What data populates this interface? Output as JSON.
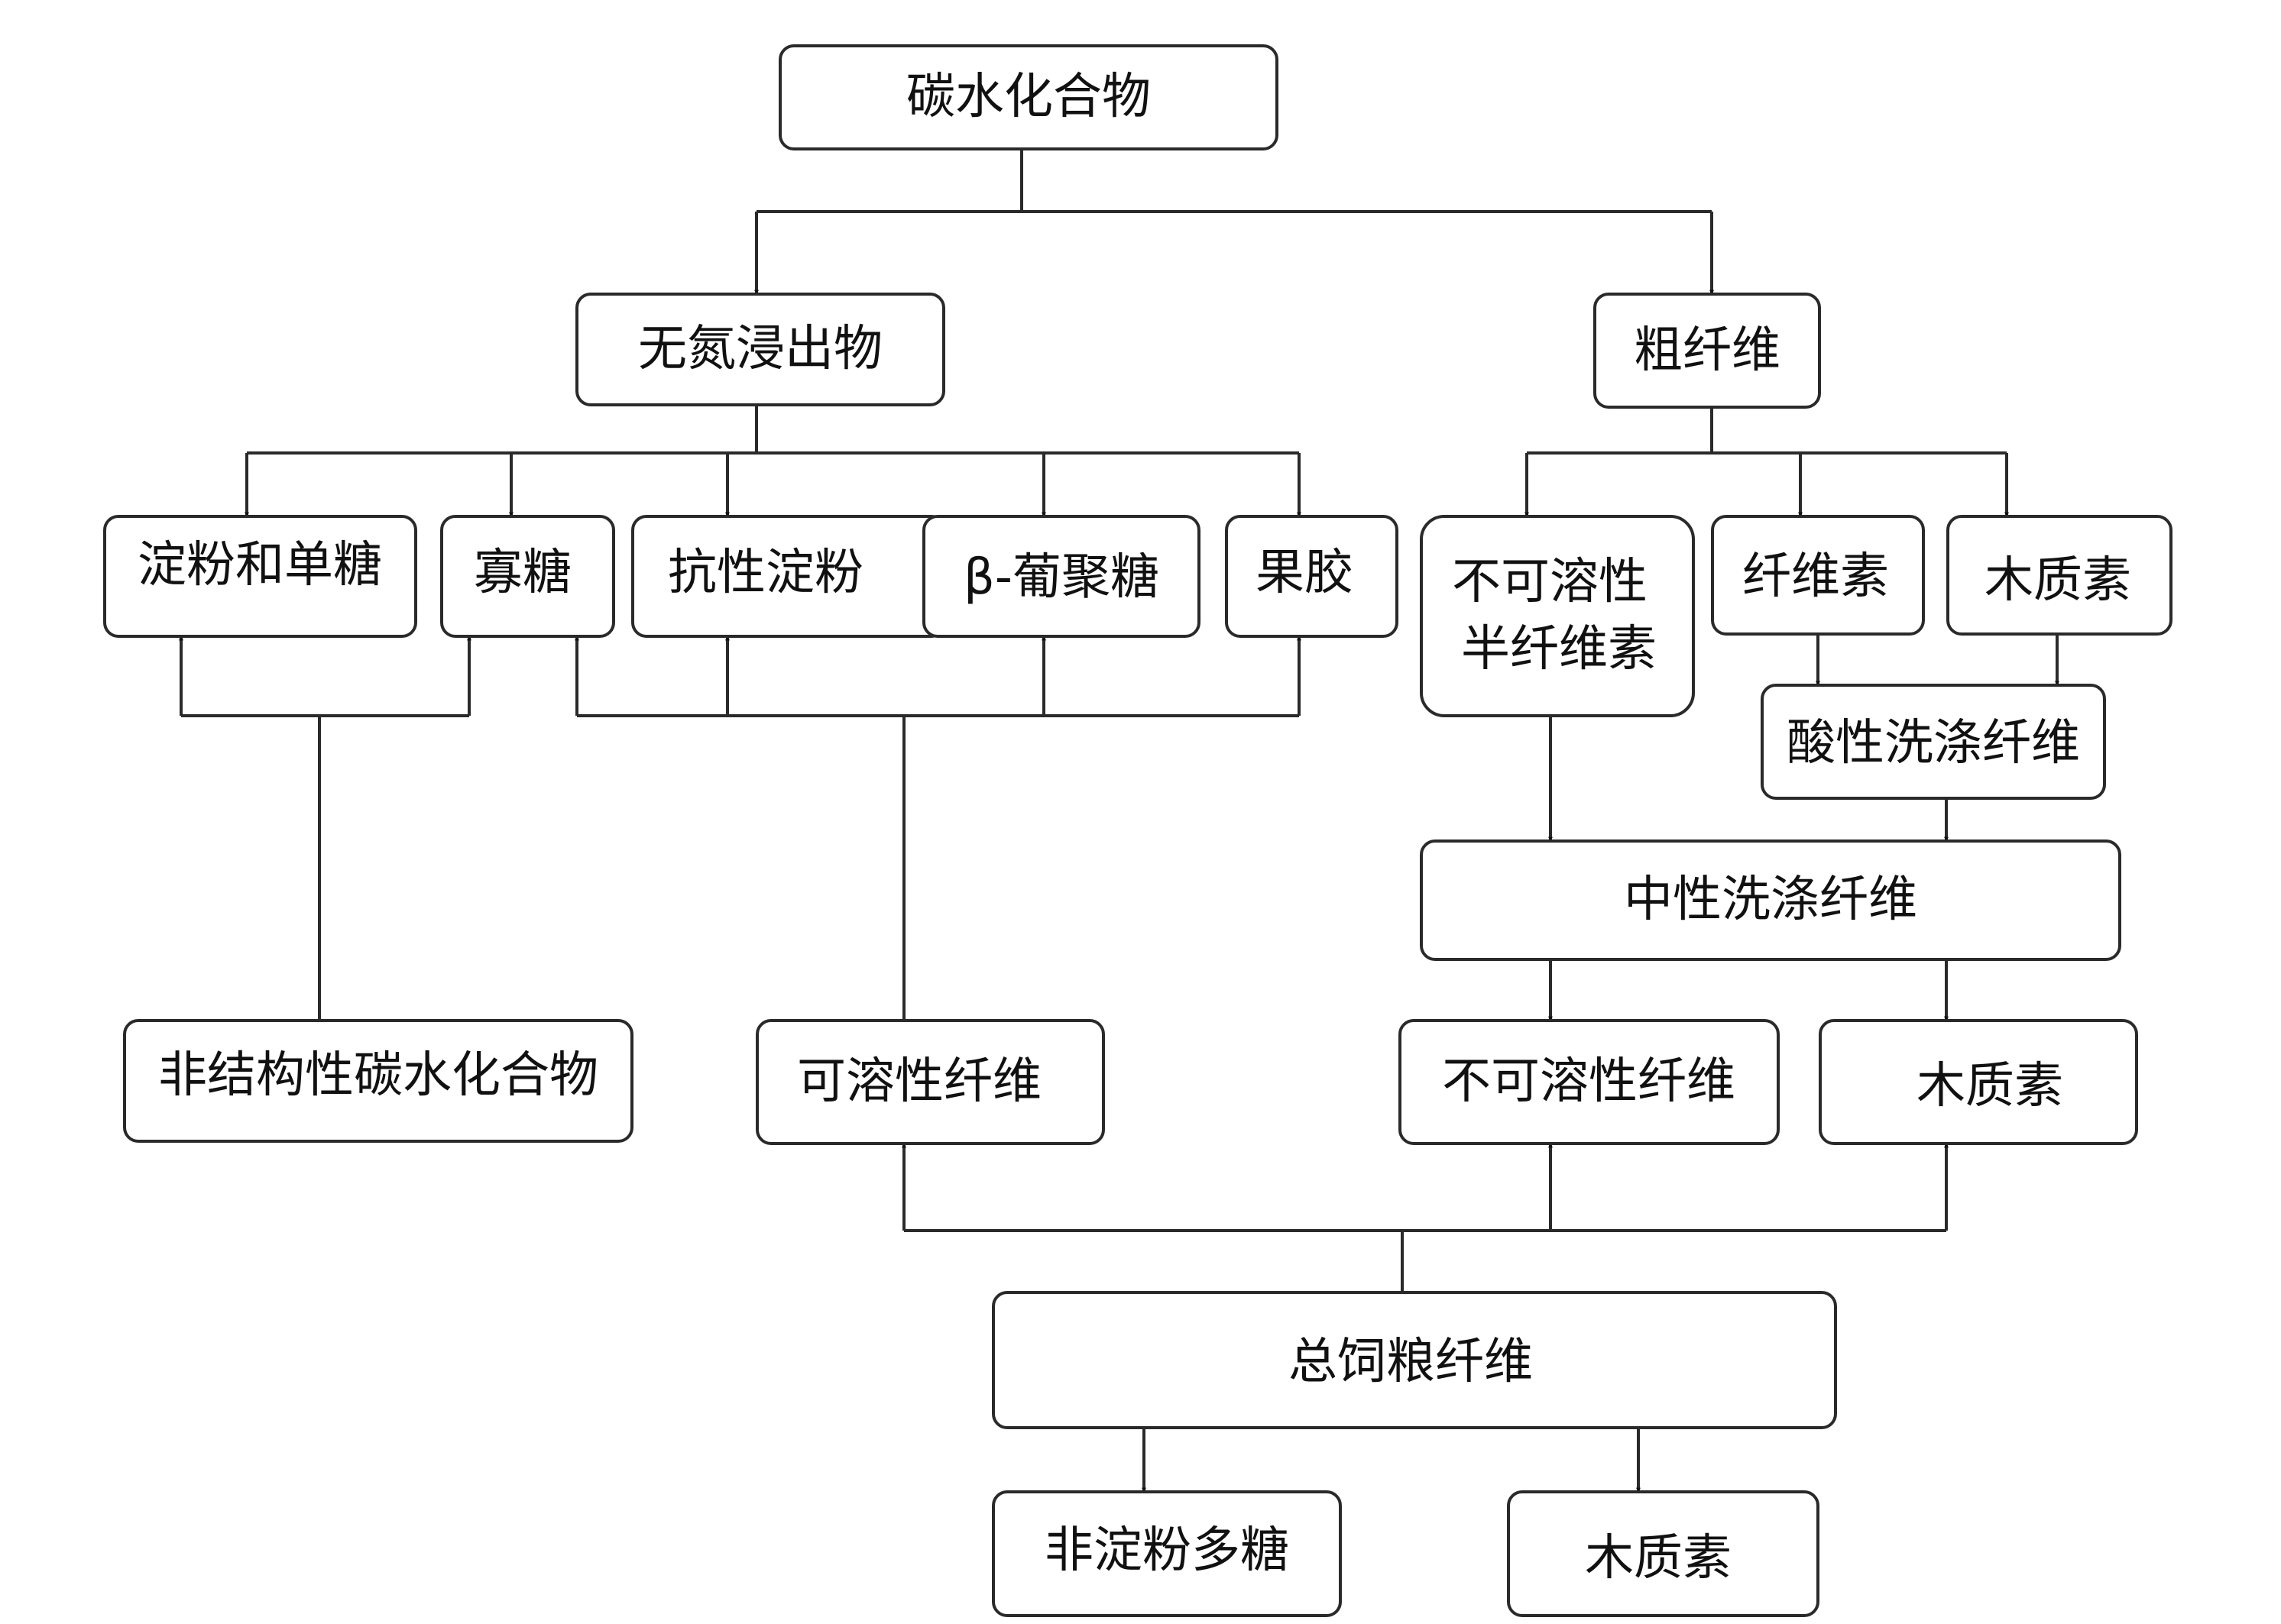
{
  "nodes": {
    "carbohydrate": "碳水化合物",
    "nfe": "无氮浸出物",
    "crude_fiber": "粗纤维",
    "starch_sugar": "淀粉和单糖",
    "oligosaccharide": "寡糖",
    "resistant_starch": "抗性淀粉",
    "beta_glucan": "β-葡聚糖",
    "pectin": "果胶",
    "insoluble_hemicellulose": [
      "不可溶性",
      "半纤维素"
    ],
    "cellulose": "纤维素",
    "lignin_top": "木质素",
    "adf": "酸性洗涤纤维",
    "ndf": "中性洗涤纤维",
    "nsc": "非结构性碳水化合物",
    "soluble_fiber": "可溶性纤维",
    "insoluble_fiber": "不可溶性纤维",
    "lignin_mid": "木质素",
    "tdf": "总饲粮纤维",
    "nsp": "非淀粉多糖",
    "lignin_bottom": "木质素"
  }
}
